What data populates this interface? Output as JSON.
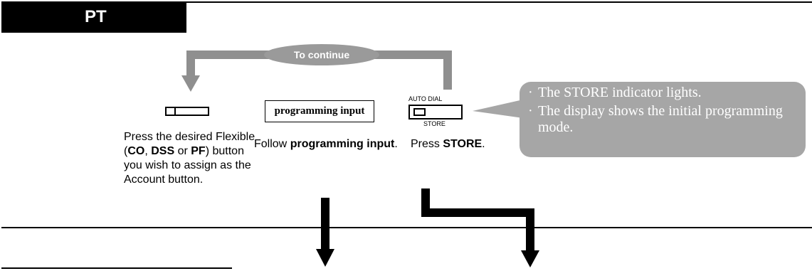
{
  "header": {
    "tab_label": "PT"
  },
  "flow": {
    "continue_label": "To continue"
  },
  "steps": [
    {
      "parts": [
        "Press the desired Flexible (",
        "CO",
        ", ",
        "DSS",
        " or ",
        "PF",
        ") button you wish to assign as the Account button."
      ]
    },
    {
      "box_label": "programming input",
      "parts": [
        "Follow ",
        "programming input",
        "."
      ]
    },
    {
      "top_label": "AUTO DIAL",
      "bottom_label": "STORE",
      "parts": [
        "Press ",
        "STORE",
        "."
      ]
    }
  ],
  "callout": {
    "items": [
      "The STORE indicator lights.",
      "The display shows the initial programming mode."
    ]
  },
  "colors": {
    "dark": "#000000",
    "arrow_gray": "#8f8f8f",
    "pill_gray": "#9a9a9a",
    "callout_gray": "#a6a6a6"
  }
}
